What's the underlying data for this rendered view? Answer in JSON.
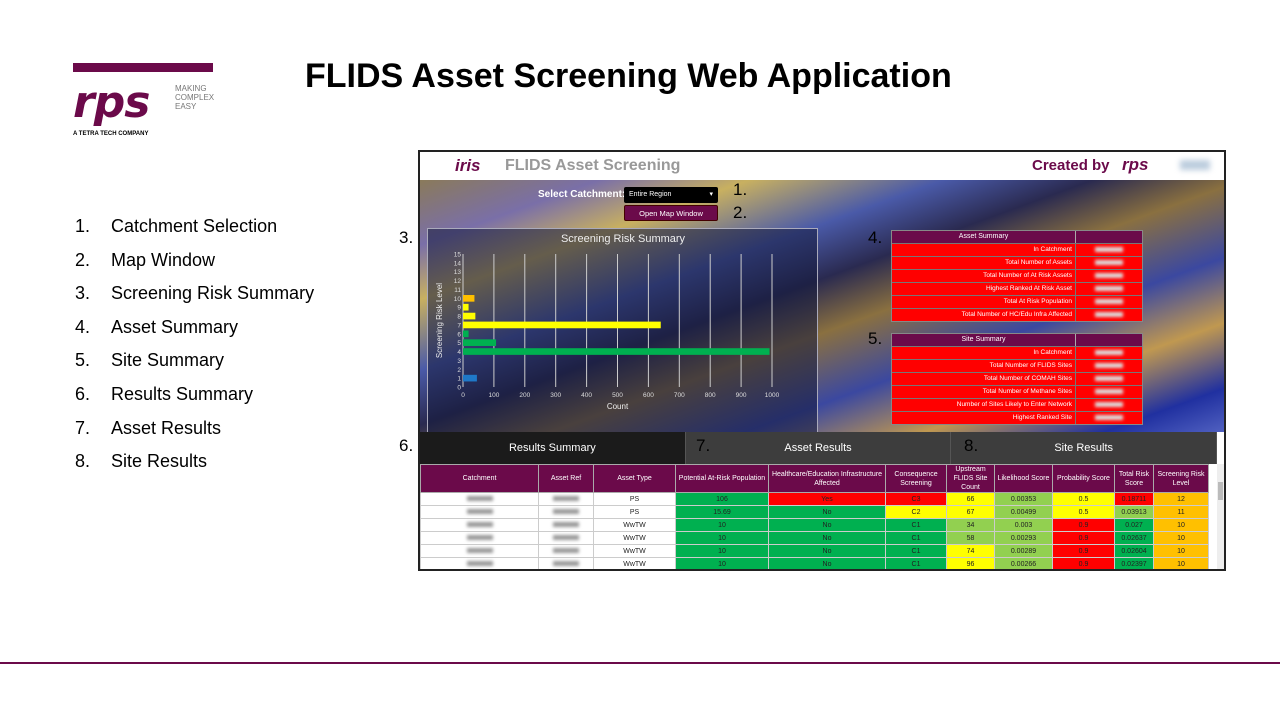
{
  "slide": {
    "title": "FLIDS Asset Screening Web Application",
    "logo": {
      "word": "rps",
      "tagline": "MAKING COMPLEX EASY",
      "sub": "A TETRA TECH COMPANY",
      "color": "#6b0a4a"
    },
    "legend": [
      {
        "n": "1.",
        "label": "Catchment Selection"
      },
      {
        "n": "2.",
        "label": "Map Window"
      },
      {
        "n": "3.",
        "label": "Screening Risk Summary"
      },
      {
        "n": "4.",
        "label": "Asset Summary"
      },
      {
        "n": "5.",
        "label": "Site Summary"
      },
      {
        "n": "6.",
        "label": "Results Summary"
      },
      {
        "n": "7.",
        "label": "Asset Results"
      },
      {
        "n": "8.",
        "label": "Site Results"
      }
    ],
    "callouts": {
      "c1": "1.",
      "c2": "2.",
      "c3": "3.",
      "c4": "4.",
      "c5": "5.",
      "c6": "6.",
      "c7": "7.",
      "c8": "8."
    }
  },
  "app": {
    "brand": "iris",
    "title": "FLIDS Asset Screening",
    "created_by": "Created by",
    "created_logo": "rps",
    "select_label": "Select Catchment:",
    "select_value": "Entire Region",
    "map_button": "Open Map Window",
    "asset_summary": {
      "title": "Asset Summary",
      "rows": [
        "In Catchment",
        "Total Number of Assets",
        "Total Number of At Risk Assets",
        "Highest Ranked At Risk Asset",
        "Total At Risk Population",
        "Total Number of HC/Edu Infra Affected"
      ]
    },
    "site_summary": {
      "title": "Site Summary",
      "rows": [
        "In Catchment",
        "Total Number of FLIDS Sites",
        "Total Number of COMAH Sites",
        "Total Number of Methane Sites",
        "Number of Sites Likely to Enter Network",
        "Highest Ranked Site"
      ]
    },
    "tabs": [
      "Results Summary",
      "Asset Results",
      "Site Results"
    ],
    "table": {
      "headers": [
        "Catchment",
        "Asset Ref",
        "Asset Type",
        "Potential At-Risk Population",
        "Healthcare/Education Infrastructure Affected",
        "Consequence Screening",
        "Upstream FLIDS Site Count",
        "Likelihood Score",
        "Probability Score",
        "Total Risk Score",
        "Screening Risk Level"
      ],
      "rows": [
        {
          "type": "PS",
          "cells": [
            "106",
            "Yes",
            "C3",
            "66",
            "0.00353",
            "0.5",
            "0.18711",
            "12"
          ],
          "colors": [
            "g",
            "r",
            "r",
            "y",
            "lg",
            "y",
            "r",
            "o"
          ]
        },
        {
          "type": "PS",
          "cells": [
            "15.69",
            "No",
            "C2",
            "67",
            "0.00499",
            "0.5",
            "0.03913",
            "11"
          ],
          "colors": [
            "g",
            "g",
            "y",
            "y",
            "lg",
            "y",
            "lg",
            "o"
          ]
        },
        {
          "type": "WwTW",
          "cells": [
            "10",
            "No",
            "C1",
            "34",
            "0.003",
            "0.9",
            "0.027",
            "10"
          ],
          "colors": [
            "g",
            "g",
            "g",
            "lg",
            "lg",
            "r",
            "g",
            "o"
          ]
        },
        {
          "type": "WwTW",
          "cells": [
            "10",
            "No",
            "C1",
            "58",
            "0.00293",
            "0.9",
            "0.02637",
            "10"
          ],
          "colors": [
            "g",
            "g",
            "g",
            "lg",
            "lg",
            "r",
            "g",
            "o"
          ]
        },
        {
          "type": "WwTW",
          "cells": [
            "10",
            "No",
            "C1",
            "74",
            "0.00289",
            "0.9",
            "0.02604",
            "10"
          ],
          "colors": [
            "g",
            "g",
            "g",
            "y",
            "lg",
            "r",
            "g",
            "o"
          ]
        },
        {
          "type": "WwTW",
          "cells": [
            "10",
            "No",
            "C1",
            "96",
            "0.00266",
            "0.9",
            "0.02397",
            "10"
          ],
          "colors": [
            "g",
            "g",
            "g",
            "y",
            "lg",
            "r",
            "g",
            "o"
          ]
        }
      ]
    }
  },
  "chart_data": {
    "type": "bar",
    "orientation": "horizontal",
    "title": "Screening Risk Summary",
    "xlabel": "Count",
    "ylabel": "Screening Risk Level",
    "xlim": [
      0,
      1000
    ],
    "ylim": [
      0,
      15
    ],
    "xticks": [
      0,
      100,
      200,
      300,
      400,
      500,
      600,
      700,
      800,
      900,
      1000
    ],
    "grid": "vertical",
    "categories": [
      1,
      4,
      5,
      6,
      7,
      8,
      9,
      10
    ],
    "values": [
      45,
      992,
      107,
      18,
      640,
      40,
      18,
      37
    ],
    "colors": [
      "#1f78c8",
      "#00b050",
      "#00b050",
      "#00b050",
      "#ffff00",
      "#ffff00",
      "#ffff00",
      "#ffc000"
    ]
  }
}
